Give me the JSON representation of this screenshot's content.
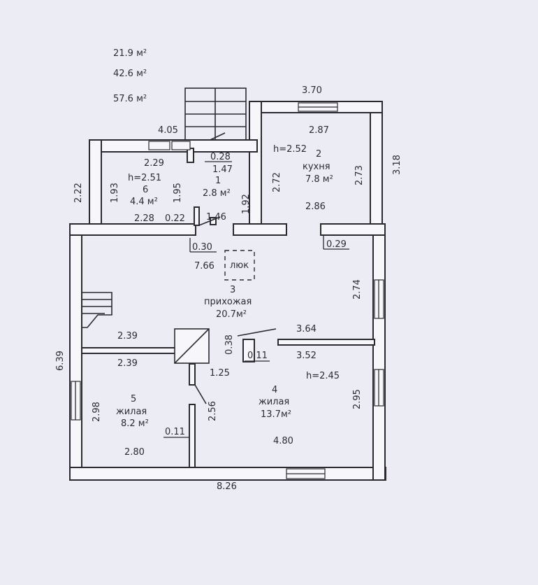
{
  "areas_summary": [
    "21.9 м²",
    "42.6 м²",
    "57.6 м²"
  ],
  "rooms": [
    {
      "number": "1",
      "area": "2.8 м²"
    },
    {
      "number": "2",
      "name": "кухня",
      "area": "7.8 м²",
      "height": "h=2.52"
    },
    {
      "number": "3",
      "name": "прихожая",
      "area": "20.7м²"
    },
    {
      "number": "4",
      "name": "жилая",
      "area": "13.7м²",
      "height": "h=2.45"
    },
    {
      "number": "5",
      "name": "жилая",
      "area": "8.2 м²"
    },
    {
      "number": "6",
      "area": "4.4 м²",
      "height": "h=2.51"
    }
  ],
  "hatch_label": "люк",
  "dims": {
    "d405": "4.05",
    "d370": "3.70",
    "d318": "3.18",
    "d222": "2.22",
    "d639": "6.39",
    "d826": "8.26",
    "d229": "2.29",
    "d193": "1.93",
    "d195": "1.95",
    "d228": "2.28",
    "d022": "0.22",
    "d028": "0.28",
    "d147": "1.47",
    "d146": "1.46",
    "d192": "1.92",
    "d287": "2.87",
    "d272": "2.72",
    "d273": "2.73",
    "d286": "2.86",
    "d030": "0.30",
    "d766": "7.66",
    "d029": "0.29",
    "d274": "2.74",
    "d239a": "2.39",
    "d239b": "2.39",
    "d038": "0.38",
    "d011a": "0.11",
    "d364": "3.64",
    "d352": "3.52",
    "d125": "1.25",
    "d295": "2.95",
    "d298": "2.98",
    "d256": "2.56",
    "d011b": "0.11",
    "d280": "2.80",
    "d480": "4.80"
  }
}
